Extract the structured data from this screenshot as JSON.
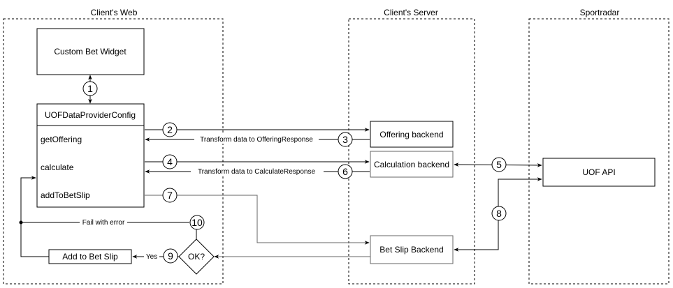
{
  "diagram": {
    "groups": [
      {
        "id": "clients-web",
        "title": "Client's Web"
      },
      {
        "id": "clients-server",
        "title": "Client's Server"
      },
      {
        "id": "sportradar",
        "title": "Sportradar"
      }
    ],
    "nodes": {
      "custom_bet_widget": "Custom Bet Widget",
      "uof_config": {
        "title": "UOFDataProviderConfig",
        "methods": [
          "getOffering",
          "calculate",
          "addToBetSlip"
        ]
      },
      "add_to_bet_slip": "Add to Bet Slip",
      "ok_decision": "OK?",
      "offering_backend": "Offering backend",
      "calculation_backend": "Calculation backend",
      "bet_slip_backend": "Bet Slip Backend",
      "uof_api": "UOF API"
    },
    "edge_labels": {
      "transform_offering": "Transform data to OfferingResponse",
      "transform_calculate": "Transform data to CalculateResponse",
      "fail_with_error": "Fail with error",
      "yes": "Yes"
    },
    "steps": [
      "1",
      "2",
      "3",
      "4",
      "5",
      "6",
      "7",
      "8",
      "9",
      "10"
    ],
    "colors": {
      "line": "#000000",
      "grey_line": "#666666",
      "fill": "#ffffff"
    }
  }
}
